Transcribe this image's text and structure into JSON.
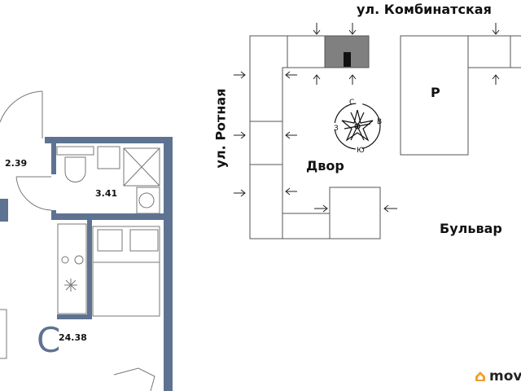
{
  "floor_plan": {
    "rooms": [
      {
        "name": "hallway",
        "area": "2.39"
      },
      {
        "name": "bathroom",
        "area": "3.41"
      },
      {
        "name": "studio",
        "area": "24.38"
      }
    ],
    "studio_label": "С",
    "wall_color": "#5d7391"
  },
  "site_plan": {
    "street_top": "ул. Комбинатская",
    "street_left": "ул. Ротная",
    "courtyard": "Двор",
    "parking": "Р",
    "boulevard": "Бульвар",
    "compass": {
      "north": "С",
      "east": "В",
      "south": "Ю",
      "west": "З"
    },
    "highlight_color": "#808080"
  },
  "brand": {
    "name": "mov",
    "color": "#f0a030"
  }
}
